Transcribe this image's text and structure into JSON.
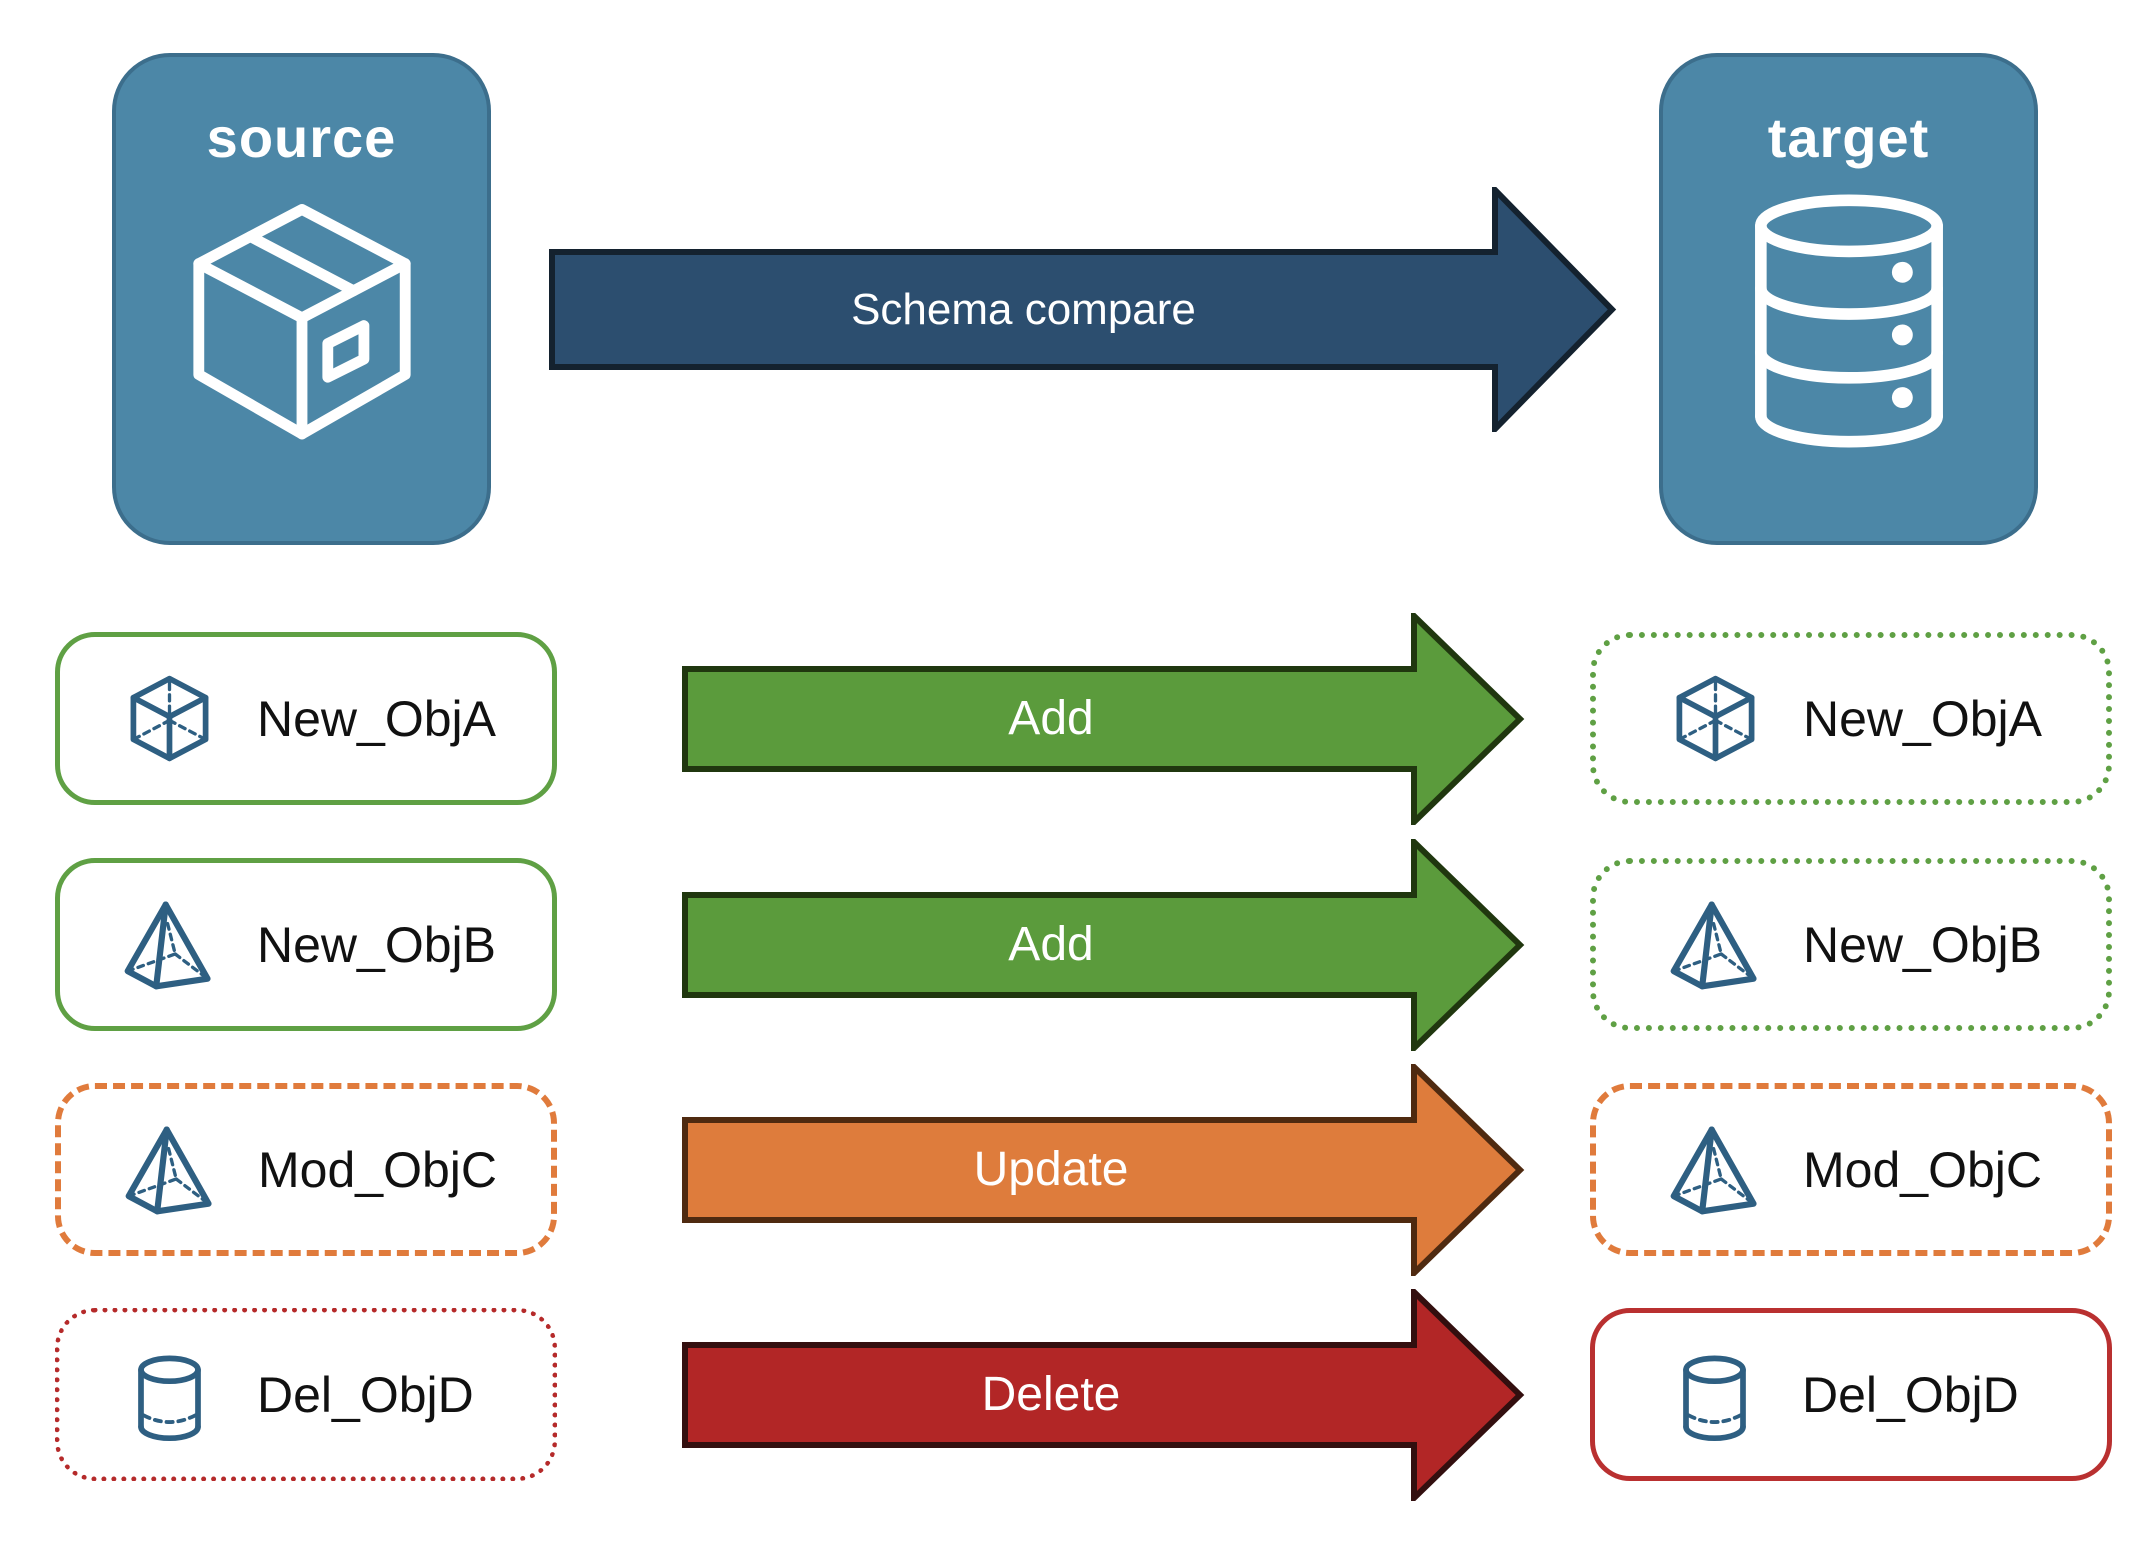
{
  "colors": {
    "canvas-bg": "#ffffff",
    "panel-fill": "#4C87A7",
    "panel-border": "#3C6E8C",
    "schema-arrow-fill": "#2C4E6F",
    "schema-arrow-stroke": "#14222F",
    "add-fill": "#5B9B3C",
    "add-stroke": "#20370F",
    "update-fill": "#DE7C3C",
    "update-stroke": "#4F2A10",
    "delete-fill": "#B22626",
    "delete-stroke": "#330F0F",
    "green-border": "#5FA044",
    "orange-border": "#E07B3C",
    "red-border": "#B52A2A",
    "red-border-solid": "#B93030",
    "icon-blue": "#2E5F82",
    "label-text": "#111111",
    "arrow-text": "#FFFFFF"
  },
  "panels": {
    "source": {
      "title": "source",
      "icon": "package-icon"
    },
    "target": {
      "title": "target",
      "icon": "database-icon"
    }
  },
  "schema_arrow": {
    "label": "Schema compare"
  },
  "rows": [
    {
      "source_label": "New_ObjA",
      "action_label": "Add",
      "target_label": "New_ObjA",
      "icon": "cube-icon",
      "source_border": "solid-green",
      "target_border": "dotted-green",
      "arrow_color": "green"
    },
    {
      "source_label": "New_ObjB",
      "action_label": "Add",
      "target_label": "New_ObjB",
      "icon": "pyramid-icon",
      "source_border": "solid-green",
      "target_border": "dotted-green",
      "arrow_color": "green"
    },
    {
      "source_label": "Mod_ObjC",
      "action_label": "Update",
      "target_label": "Mod_ObjC",
      "icon": "pyramid-icon",
      "source_border": "dashed-orange",
      "target_border": "dashed-orange",
      "arrow_color": "orange"
    },
    {
      "source_label": "Del_ObjD",
      "action_label": "Delete",
      "target_label": "Del_ObjD",
      "icon": "cylinder-icon",
      "source_border": "dotted-red",
      "target_border": "solid-red",
      "arrow_color": "red"
    }
  ]
}
